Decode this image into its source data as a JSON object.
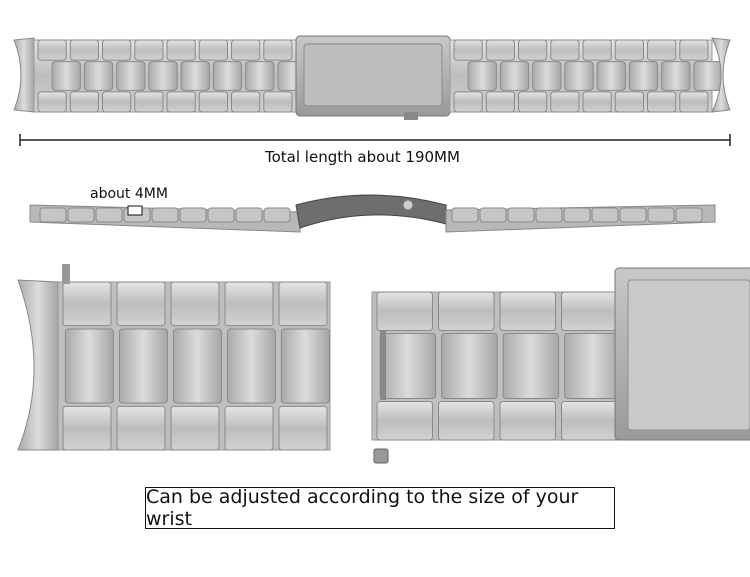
{
  "captions": {
    "total_length": "Total length about 190MM",
    "thickness": "about 4MM",
    "adjust_note": "Can be adjusted according to the size of your wrist"
  },
  "colors": {
    "steel_light": "#d6d6d6",
    "steel_mid": "#b4b4b4",
    "steel_dark": "#8e8e8e",
    "text": "#111111"
  }
}
